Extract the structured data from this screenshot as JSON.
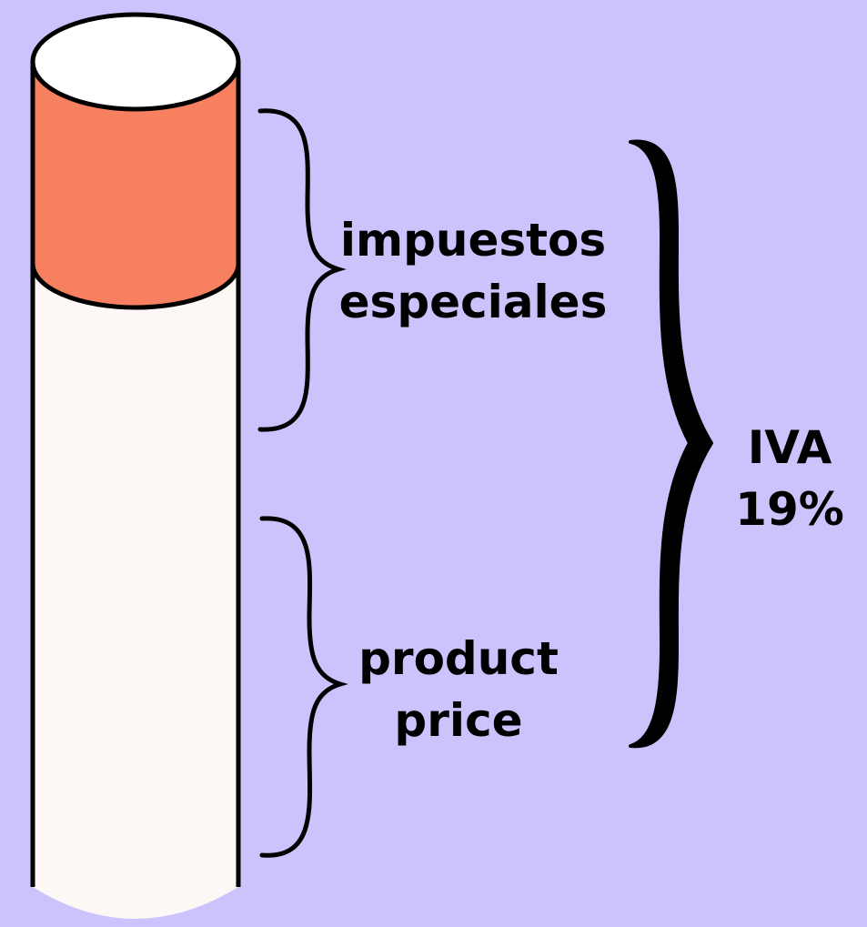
{
  "diagram": {
    "background_color": "#cdc3fc",
    "column": {
      "tax_segment_color": "#f6805f",
      "base_segment_color": "#fdf8f5",
      "cap_color": "#ffffff"
    },
    "labels": {
      "special_taxes": {
        "line1": "impuestos",
        "line2": "especiales"
      },
      "product_price": {
        "line1": "product",
        "line2": "price"
      },
      "vat": {
        "line1": "IVA",
        "line2": "19%"
      }
    }
  }
}
